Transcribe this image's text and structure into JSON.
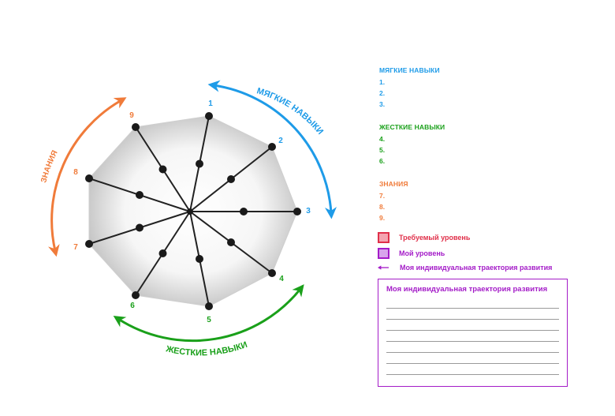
{
  "axes": [
    {
      "num": "1",
      "group": "soft"
    },
    {
      "num": "2",
      "group": "soft"
    },
    {
      "num": "3",
      "group": "soft"
    },
    {
      "num": "4",
      "group": "hard"
    },
    {
      "num": "5",
      "group": "hard"
    },
    {
      "num": "6",
      "group": "hard"
    },
    {
      "num": "7",
      "group": "know"
    },
    {
      "num": "8",
      "group": "know"
    },
    {
      "num": "9",
      "group": "know"
    }
  ],
  "arcs": {
    "soft_label": "МЯГКИЕ НАВЫКИ",
    "hard_label": "ЖЕСТКИЕ НАВЫКИ",
    "know_label": "ЗНАНИЯ"
  },
  "legend": {
    "soft": {
      "title": "МЯГКИЕ НАВЫКИ",
      "items": [
        "1.",
        "2.",
        "3."
      ]
    },
    "hard": {
      "title": "ЖЕСТКИЕ НАВЫКИ",
      "items": [
        "4.",
        "5.",
        "6."
      ]
    },
    "know": {
      "title": "ЗНАНИЯ",
      "items": [
        "7.",
        "8.",
        "9."
      ]
    }
  },
  "key": {
    "required": "Требуемый уровень",
    "mine": "Мой уровень",
    "trajectory": "Моя индивидуальная траектория развития"
  },
  "box": {
    "title": "Моя индивидуальная траектория развития"
  },
  "colors": {
    "soft": "#1e9be8",
    "hard": "#1aa01a",
    "know": "#f07b3a",
    "required": "#e0304a",
    "mine": "#a41cc8"
  }
}
